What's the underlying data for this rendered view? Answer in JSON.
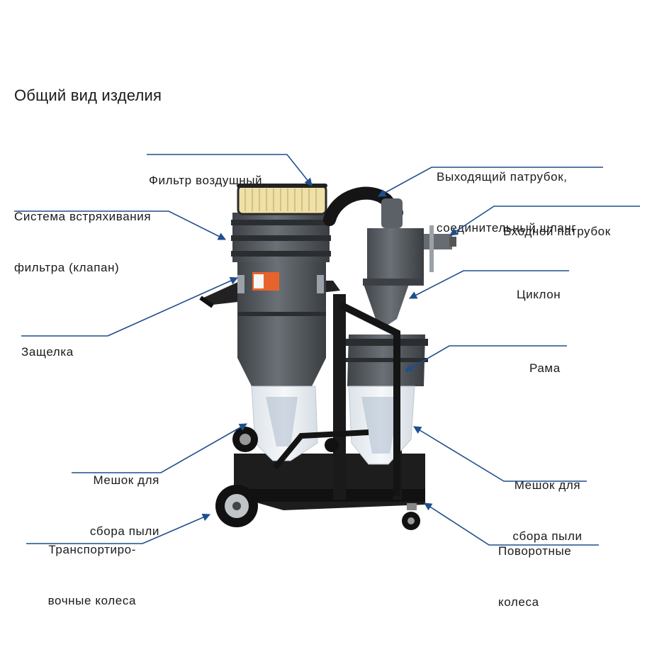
{
  "title": "Общий вид изделия",
  "colors": {
    "leader": "#1f4e8c",
    "body": "#4d5257",
    "frame": "#1c1c1c",
    "filter": "#efe0a8",
    "bag": "#e9eef3",
    "sticker": "#e8632b"
  },
  "labels": {
    "air_filter": [
      "Фильтр воздушный"
    ],
    "shake_system": [
      "Система встряхивания",
      "фильтра (клапан)"
    ],
    "latch": [
      "Защелка"
    ],
    "dust_bag_left": [
      "Мешок для",
      "сбора пыли"
    ],
    "transport_wheels": [
      "Транспортиро-",
      "вочные колеса"
    ],
    "outlet": [
      "Выходящий патрубок,",
      "соединительный шланг"
    ],
    "inlet": [
      "Входной патрубок"
    ],
    "cyclone": [
      "Циклон"
    ],
    "frame": [
      "Рама"
    ],
    "dust_bag_right": [
      "Мешок для",
      "сбора пыли"
    ],
    "swivel_wheels": [
      "Поворотные",
      "колеса"
    ]
  }
}
